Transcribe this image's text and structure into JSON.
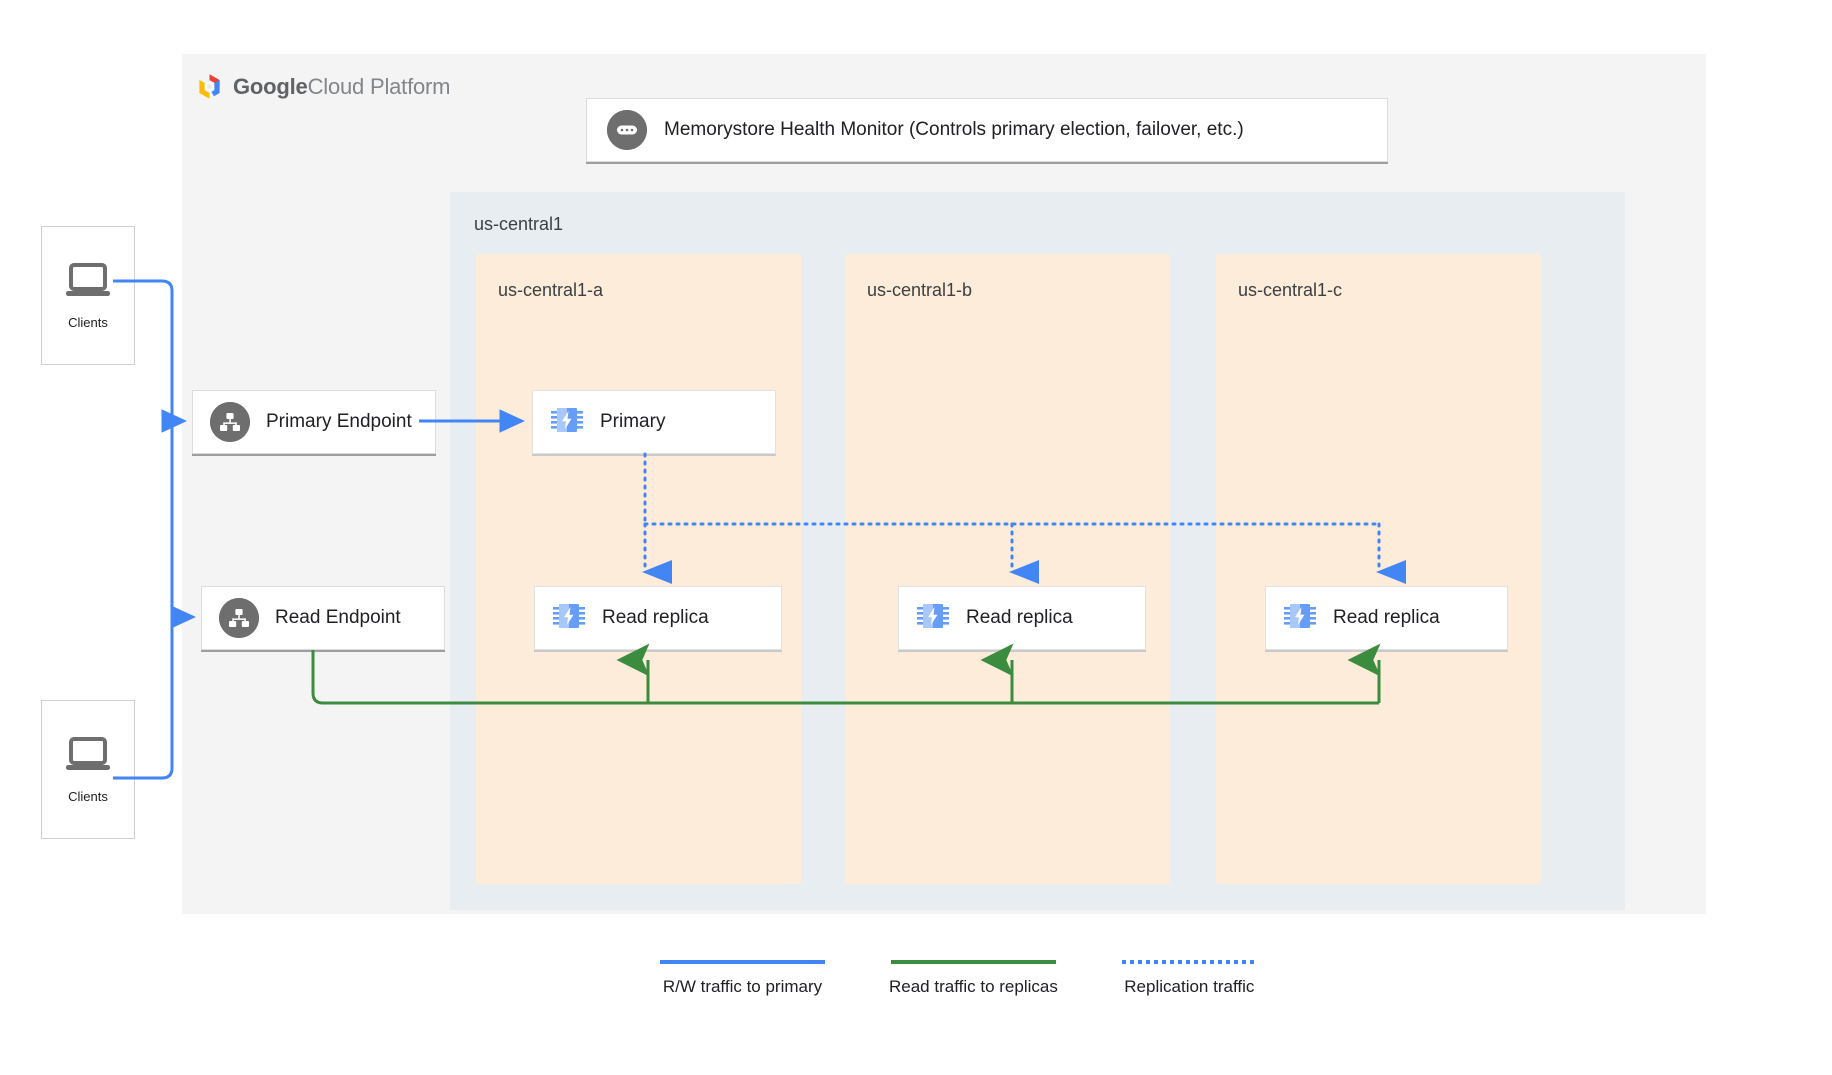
{
  "brand": {
    "logo_icon": "google-cloud-hexagon-icon",
    "word_google": "Google",
    "word_cloud_platform": "Cloud Platform"
  },
  "health_monitor": {
    "icon": "health-monitor-icon",
    "label": "Memorystore Health Monitor (Controls primary election, failover, etc.)"
  },
  "region": {
    "label": "us-central1",
    "zones": [
      {
        "label": "us-central1-a"
      },
      {
        "label": "us-central1-b"
      },
      {
        "label": "us-central1-c"
      }
    ]
  },
  "clients": [
    {
      "label": "Clients",
      "icon": "laptop-icon"
    },
    {
      "label": "Clients",
      "icon": "laptop-icon"
    }
  ],
  "endpoints": [
    {
      "label": "Primary Endpoint",
      "icon": "network-tree-icon"
    },
    {
      "label": "Read Endpoint",
      "icon": "network-tree-icon"
    }
  ],
  "nodes": [
    {
      "label": "Primary",
      "icon": "memorystore-chip-icon",
      "zone": "us-central1-a"
    },
    {
      "label": "Read replica",
      "icon": "memorystore-chip-icon",
      "zone": "us-central1-a"
    },
    {
      "label": "Read replica",
      "icon": "memorystore-chip-icon",
      "zone": "us-central1-b"
    },
    {
      "label": "Read replica",
      "icon": "memorystore-chip-icon",
      "zone": "us-central1-c"
    }
  ],
  "legend": [
    {
      "label": "R/W traffic to primary",
      "style": "solid",
      "color": "#4285f4"
    },
    {
      "label": "Read traffic to replicas",
      "style": "solid",
      "color": "#3c8c40"
    },
    {
      "label": "Replication traffic",
      "style": "dotted",
      "color": "#4285f4"
    }
  ],
  "colors": {
    "canvas": "#f4f4f4",
    "region_bg": "#e8edf1",
    "zone_bg": "#fdecd9",
    "blue": "#4285f4",
    "green": "#3c8c40",
    "icon_gray": "#6e6e6e"
  }
}
